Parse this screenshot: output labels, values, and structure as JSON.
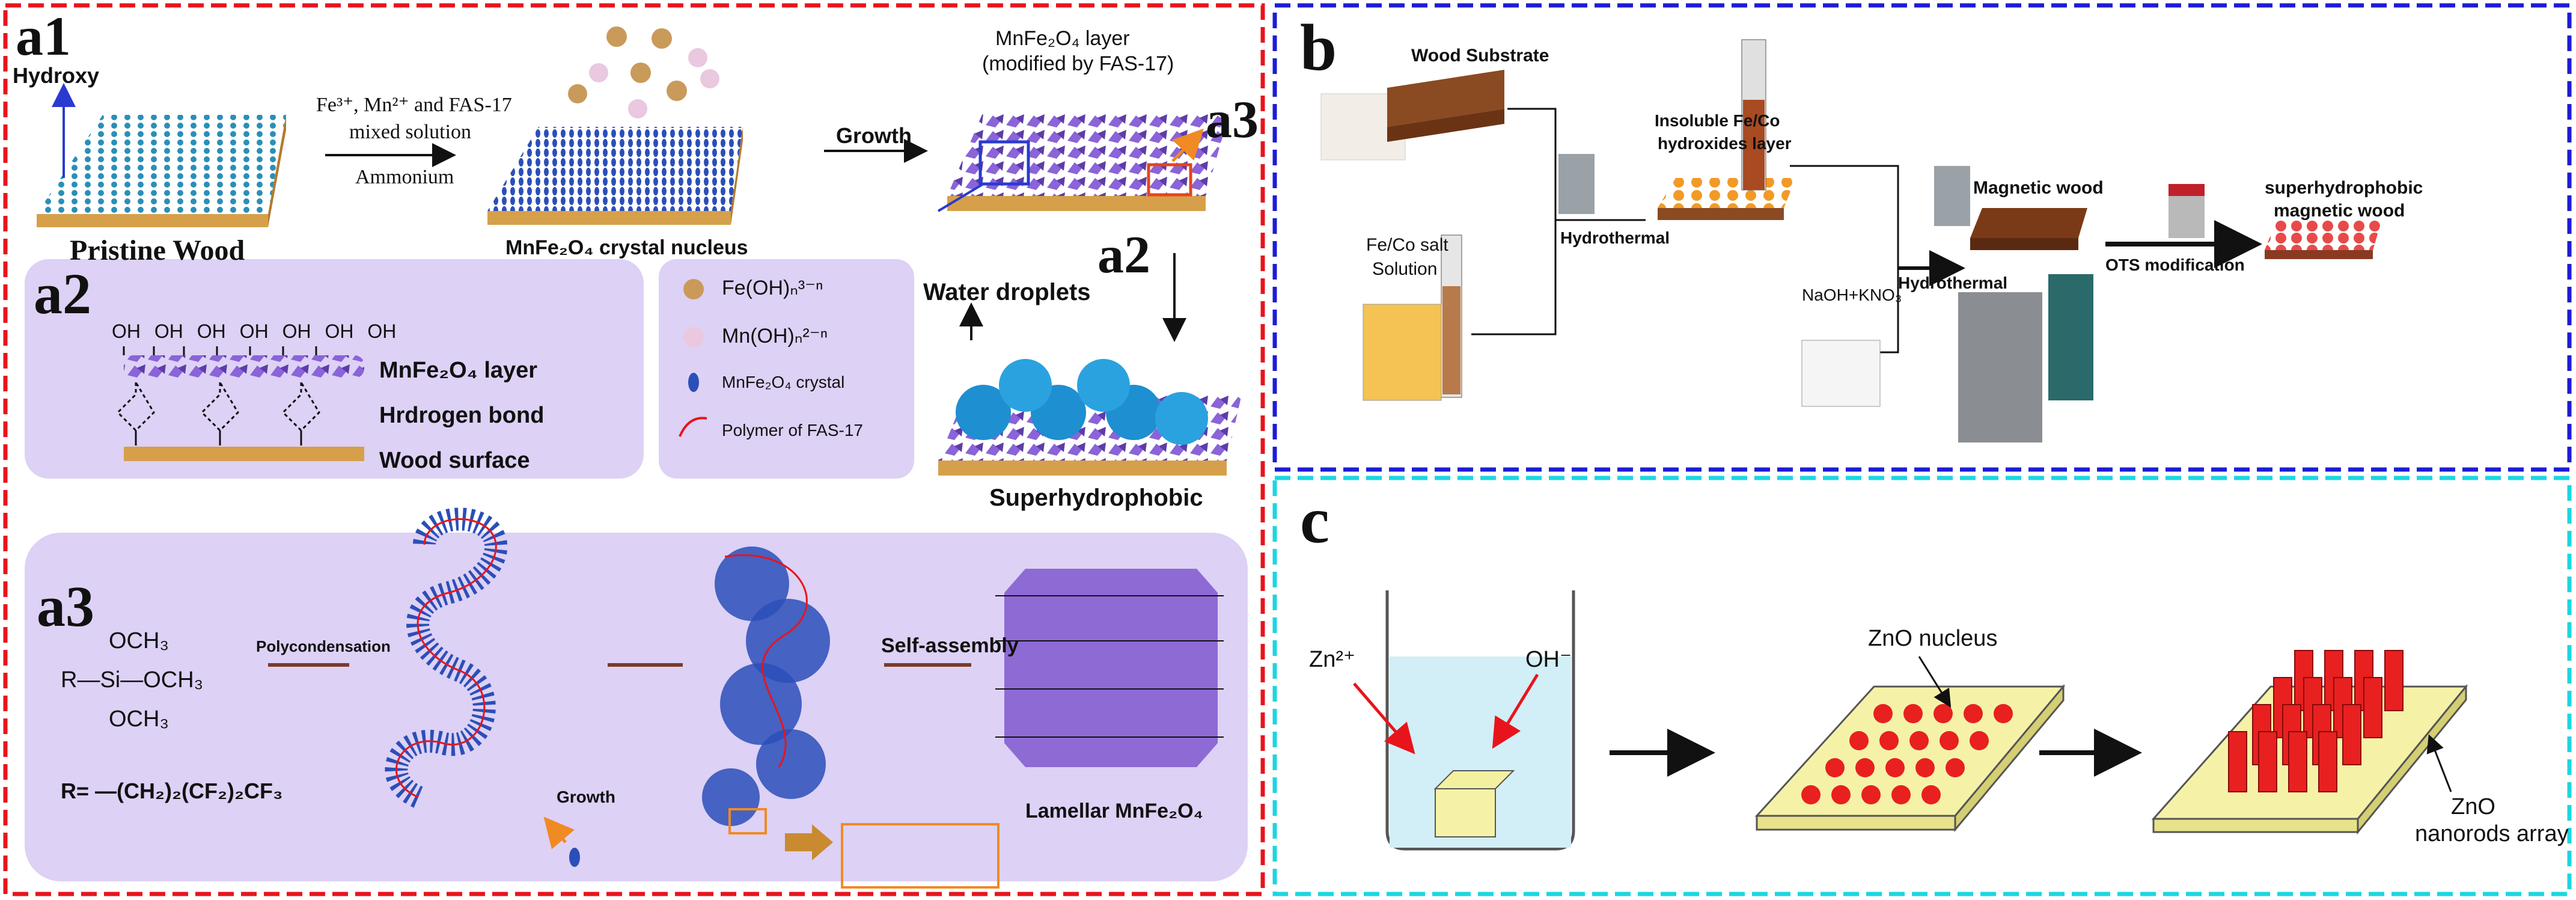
{
  "panel_a": {
    "label_a1": "a1",
    "label_a2_small": "a2",
    "label_a3_small": "a3",
    "hydroxy": "Hydroxy",
    "reagents_line1": "Fe³⁺, Mn²⁺ and FAS-17",
    "reagents_line2": "mixed solution",
    "ammonium": "Ammonium",
    "pristine_wood": "Pristine Wood",
    "crystal_nucleus": "MnFe₂O₄ crystal nucleus",
    "growth": "Growth",
    "layer_title_line1": "MnFe₂O₄ layer",
    "layer_title_line2": "(modified by FAS-17)",
    "water_droplets": "Water droplets",
    "superhydrophobic": "Superhydrophobic",
    "a2": {
      "label": "a2",
      "oh": "OH",
      "layer": "MnFe₂O₄ layer",
      "hbond": "Hrdrogen bond",
      "wood_surface": "Wood surface"
    },
    "legend": {
      "fe": "Fe(OH)ₙ³⁻ⁿ",
      "mn": "Mn(OH)ₙ²⁻ⁿ",
      "crystal": "MnFe₂O₄ crystal",
      "polymer": "Polymer of FAS-17"
    },
    "a3": {
      "label": "a3",
      "och3_top": "OCH₃",
      "r_si": "R—Si—OCH₃",
      "och3_bottom": "OCH₃",
      "r_def": "R= —(CH₂)₂(CF₂)₂CF₃",
      "polycondensation": "Polycondensation",
      "growth": "Growth",
      "self_assembly": "Self-assembly",
      "lamellar": "Lamellar MnFe₂O₄"
    }
  },
  "panel_b": {
    "label": "b",
    "wood_substrate": "Wood  Substrate",
    "salt_line1": "Fe/Co salt",
    "salt_line2": "Solution",
    "hydrothermal1": "Hydrothermal",
    "insoluble_line1": "Insoluble Fe/Co",
    "insoluble_line2": "hydroxides layer",
    "naoh": "NaOH+KNO₃",
    "hydrothermal2": "Hydrothermal",
    "magnetic_wood": "Magnetic wood",
    "ots": "OTS modification",
    "superhydro_line1": "superhydrophobic",
    "superhydro_line2": "magnetic wood"
  },
  "panel_c": {
    "label": "c",
    "zn": "Zn²⁺",
    "oh": "OH⁻",
    "zno_nucleus": "ZnO nucleus",
    "zno": "ZnO",
    "nanorods": "nanorods array"
  },
  "colors": {
    "red_border": "#e8141c",
    "blue_border": "#1c1cd6",
    "cyan_border": "#1cd6e0",
    "lavender": "#ddd1f5",
    "wood": "#d6a04a",
    "purple": "#7a55c8",
    "blue_crystal": "#2b4fb8",
    "droplet": "#1e8fd0",
    "rod_red": "#e82020",
    "plate": "#f5f2a8"
  }
}
